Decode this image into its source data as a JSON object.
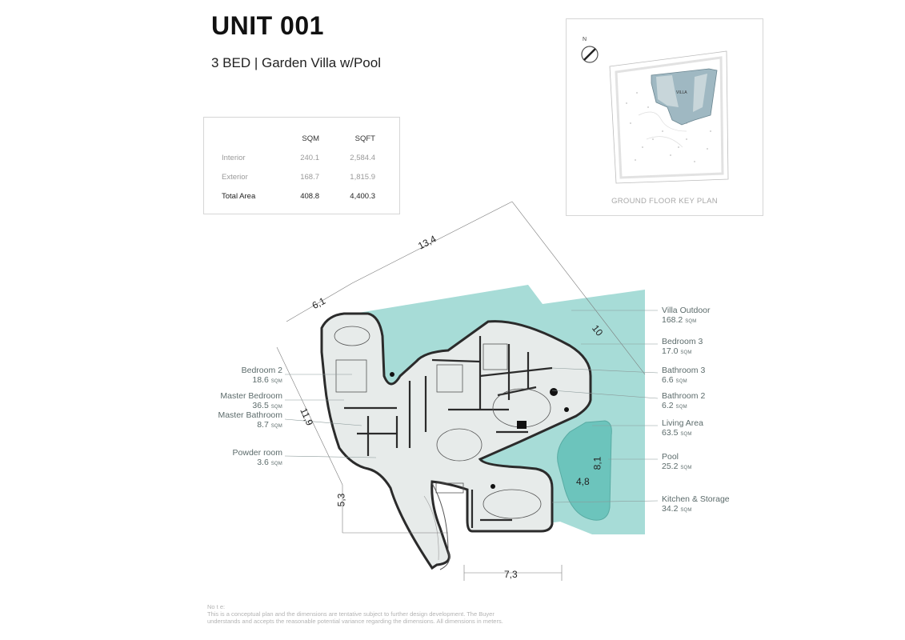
{
  "header": {
    "title": "UNIT 001",
    "subtitle": "3 BED | Garden Villa w/Pool"
  },
  "area_table": {
    "columns": [
      "",
      "SQM",
      "SQFT"
    ],
    "rows": [
      {
        "label": "Interior",
        "sqm": "240.1",
        "sqft": "2,584.4"
      },
      {
        "label": "Exterior",
        "sqm": "168.7",
        "sqft": "1,815.9"
      },
      {
        "label": "Total Area",
        "sqm": "408.8",
        "sqft": "4,400.3"
      }
    ]
  },
  "key_plan": {
    "label": "GROUND FLOOR KEY PLAN",
    "north": "N",
    "villa_label": "VILLA"
  },
  "rooms_left": [
    {
      "name": "Bedroom 2",
      "area": "18.6",
      "unit": "SQM"
    },
    {
      "name": "Master Bedroom",
      "area": "36.5",
      "unit": "SQM"
    },
    {
      "name": "Master Bathroom",
      "area": "8.7",
      "unit": "SQM"
    },
    {
      "name": "Powder room",
      "area": "3.6",
      "unit": "SQM"
    }
  ],
  "rooms_right": [
    {
      "name": "Villa Outdoor",
      "area": "168.2",
      "unit": "SQM"
    },
    {
      "name": "Bedroom 3",
      "area": "17.0",
      "unit": "SQM"
    },
    {
      "name": "Bathroom 3",
      "area": "6.6",
      "unit": "SQM"
    },
    {
      "name": "Bathroom 2",
      "area": "6.2",
      "unit": "SQM"
    },
    {
      "name": "Living Area",
      "area": "63.5",
      "unit": "SQM"
    },
    {
      "name": "Pool",
      "area": "25.2",
      "unit": "SQM"
    },
    {
      "name": "Kitchen & Storage",
      "area": "34.2",
      "unit": "SQM"
    }
  ],
  "dimensions": {
    "top": "13,4",
    "upper_left": "6,1",
    "upper_right": "10",
    "left": "11,9",
    "lower_left": "5,3",
    "bottom": "7,3",
    "pool_width": "4,8",
    "pool_length": "8,1"
  },
  "note": {
    "heading": "No t e:",
    "line1": "This is a conceptual plan and the dimensions are tentative subject to further design development. The Buyer",
    "line2": "understands and accepts the reasonable potential variance regarding the dimensions. All dimensions in meters."
  },
  "colors": {
    "outdoor": "#a7dcd7",
    "pool": "#6cc4bc",
    "interior": "#e7ebea",
    "wall": "#2b2b2b",
    "label": "#5c6b6b"
  }
}
